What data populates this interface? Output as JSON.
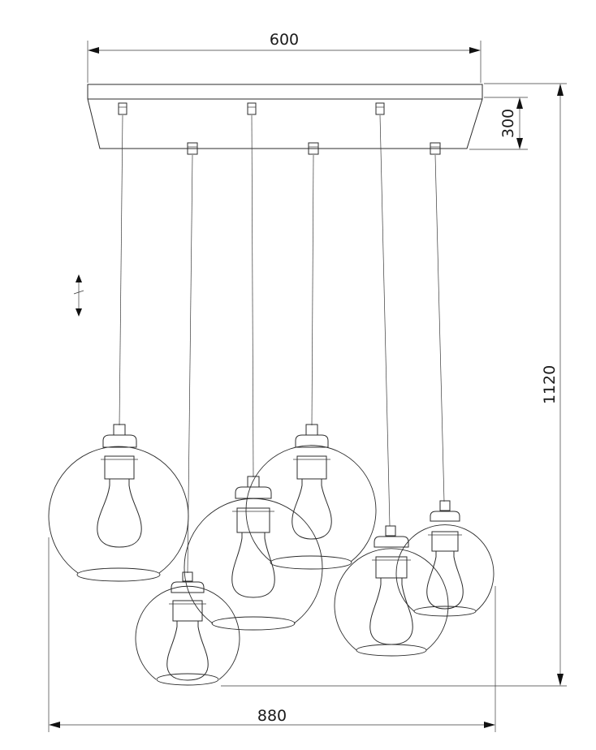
{
  "dimensions": {
    "top_width": "600",
    "canopy_height": "300",
    "total_height": "1120",
    "bottom_width": "880"
  },
  "adjust_symbol": "↕",
  "colors": {
    "line": "#2b2b2b",
    "background": "#ffffff"
  }
}
